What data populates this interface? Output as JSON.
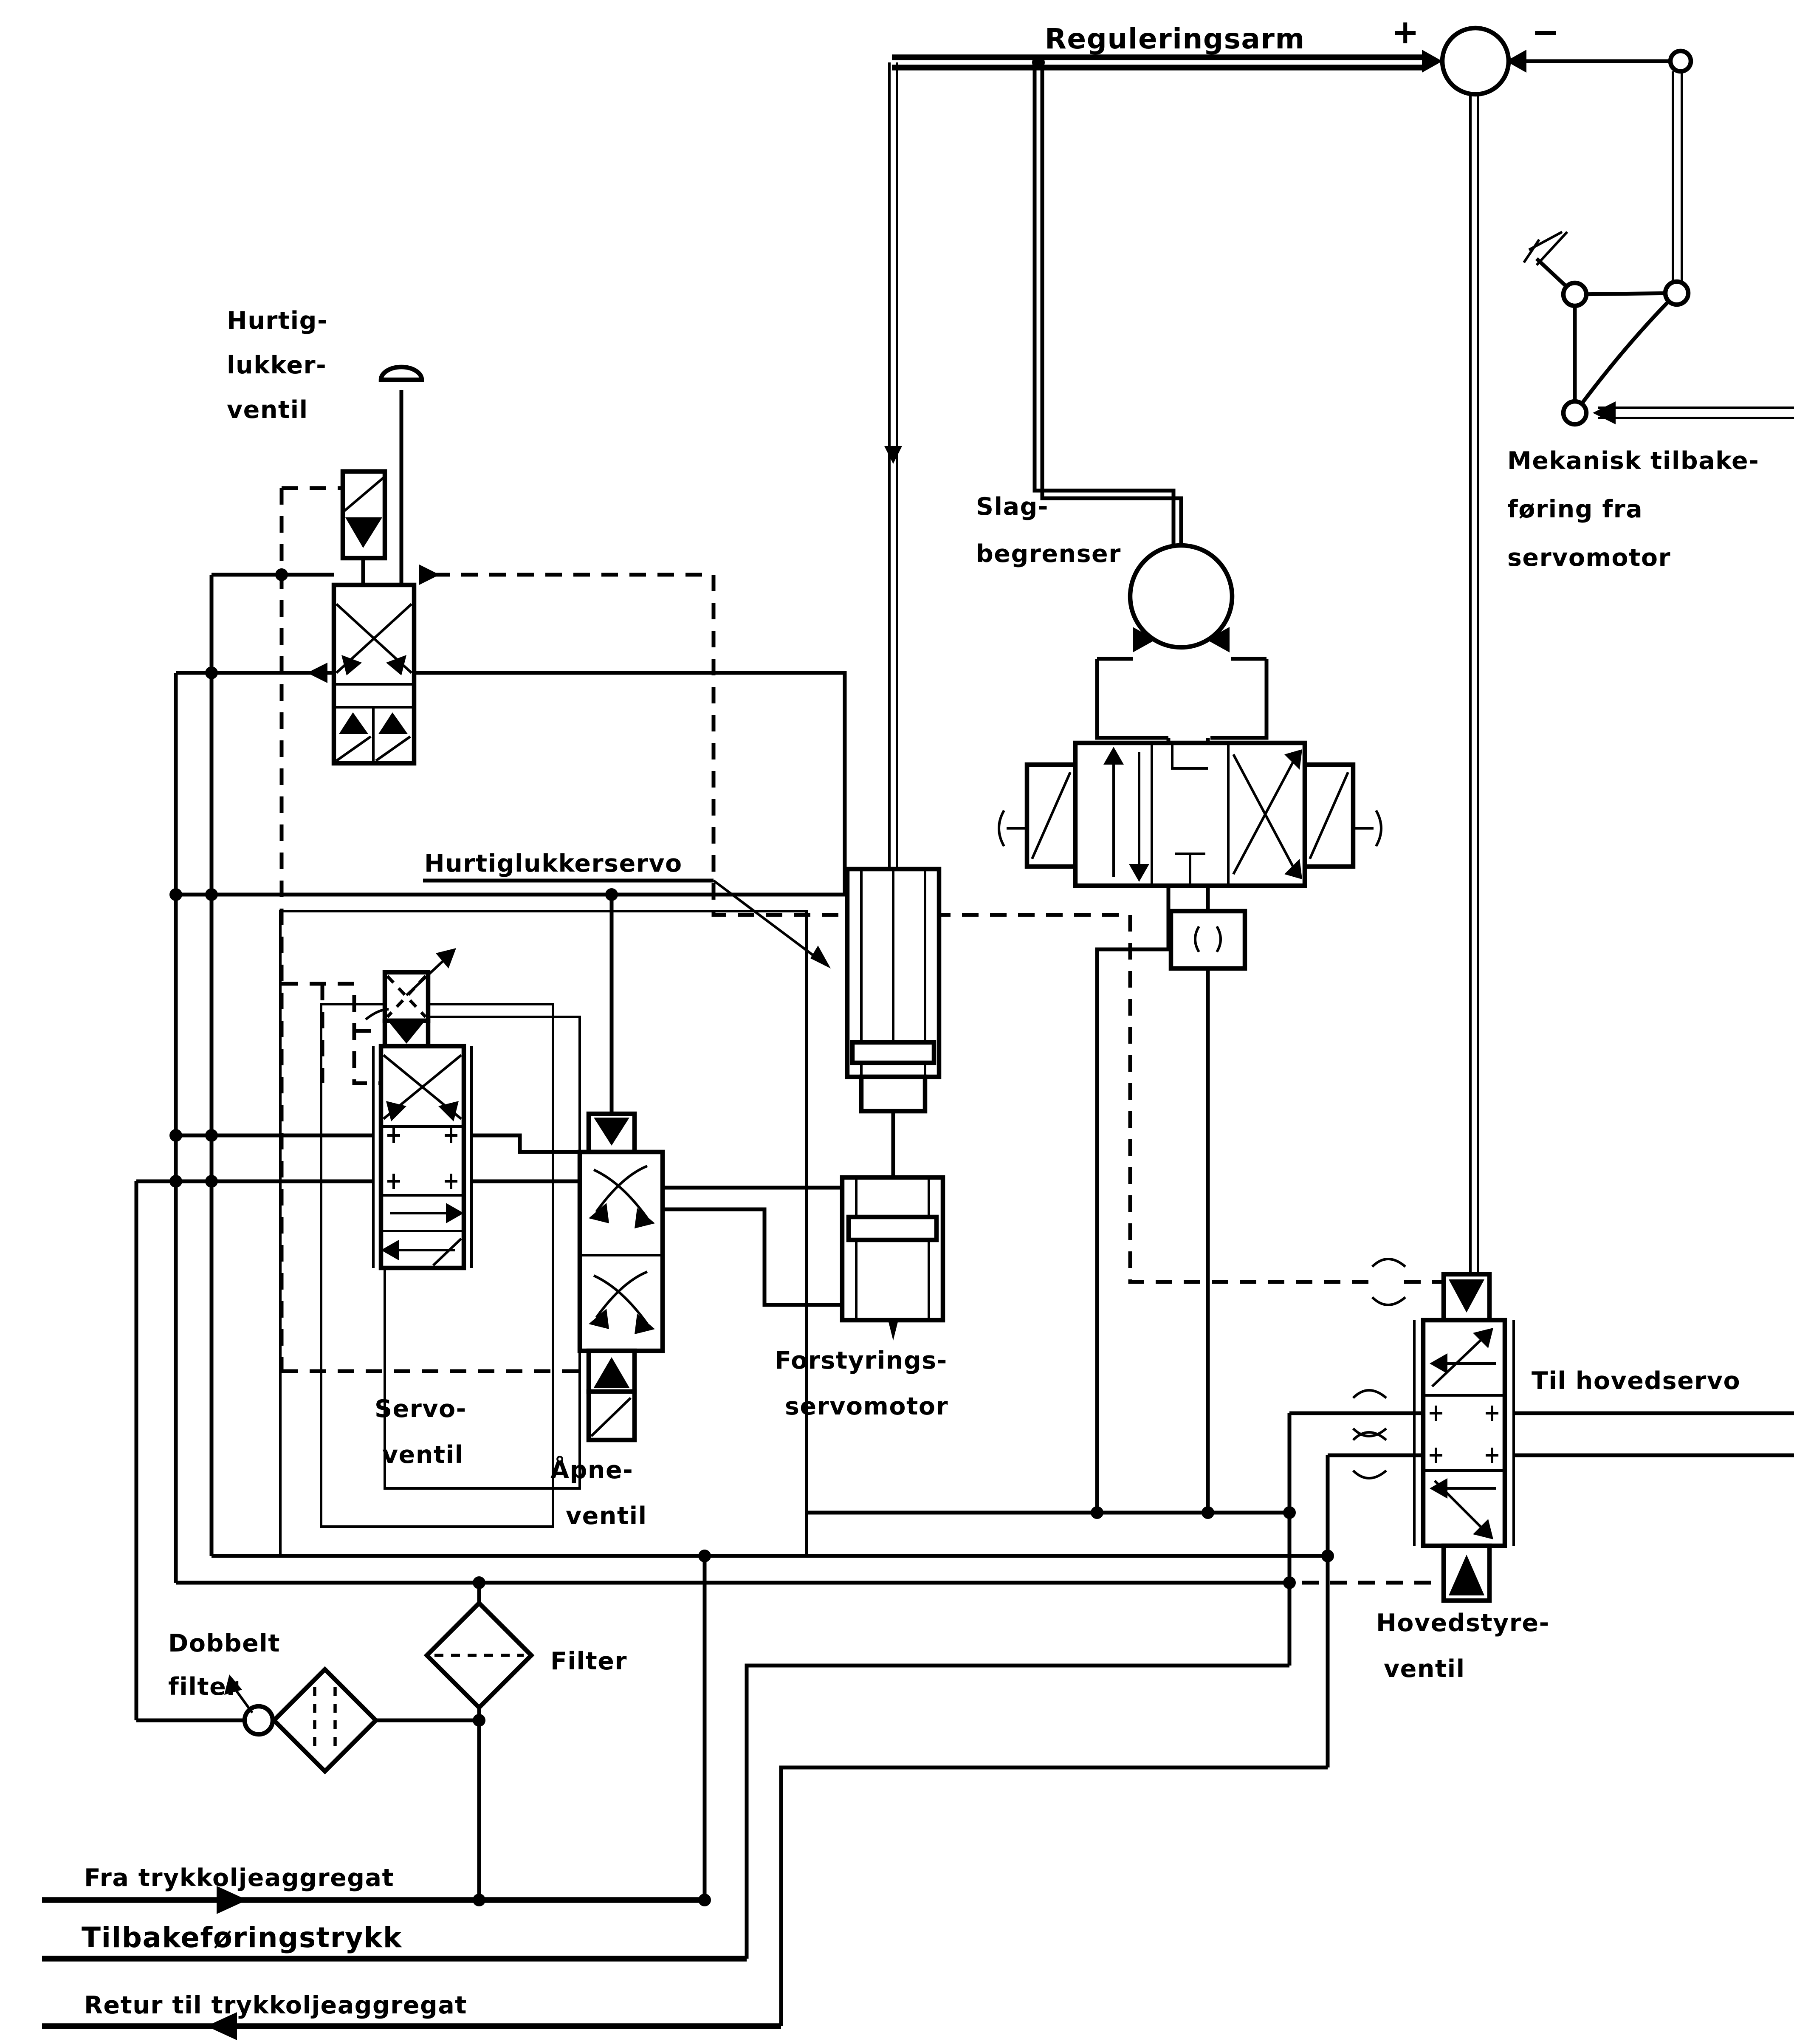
{
  "diagram": {
    "type": "hydraulic-servo-control-schematic",
    "language": "Norwegian",
    "ink_color": "#000000",
    "paper_color": "#ffffff"
  },
  "labels": {
    "reguleringsarm": "Reguleringsarm",
    "plus": "+",
    "minus": "−",
    "mekanisk_l1": "Mekanisk tilbake-",
    "mekanisk_l2": "føring fra",
    "mekanisk_l3": "servomotor",
    "hurtig_l1": "Hurtig-",
    "hurtig_l2": "lukker-",
    "hurtig_l3": "ventil",
    "slag_l1": "Slag-",
    "slag_l2": "begrenser",
    "hurtiglukkerservo": "Hurtiglukkerservo",
    "servo_l1": "Servo-",
    "servo_l2": "ventil",
    "apne_l1": "Åpne-",
    "apne_l2": "ventil",
    "forstyr_l1": "Forstyrings-",
    "forstyr_l2": "servomotor",
    "til_hovedservo": "Til hovedservo",
    "hoved_l1": "Hovedstyre-",
    "hoved_l2": "ventil",
    "dobbelt_l1": "Dobbelt",
    "dobbelt_l2": "filter",
    "filter": "Filter",
    "fra_trykk": "Fra trykkoljeaggregat",
    "tilbakeforing": "Tilbakeføringstrykk",
    "retur": "Retur til trykkoljeaggregat"
  }
}
